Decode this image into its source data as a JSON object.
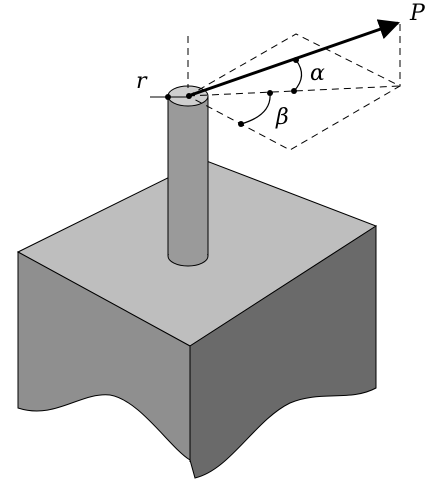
{
  "labels": {
    "force": "P",
    "radius": "r",
    "angle_alpha": "α",
    "angle_beta": "β"
  },
  "colors": {
    "block_top": "#bebebe",
    "block_left": "#8f8f8f",
    "block_right": "#6a6a6a",
    "shaft": "#9a9a9a",
    "shaft_top": "#cfcfcf",
    "line": "#000000"
  }
}
